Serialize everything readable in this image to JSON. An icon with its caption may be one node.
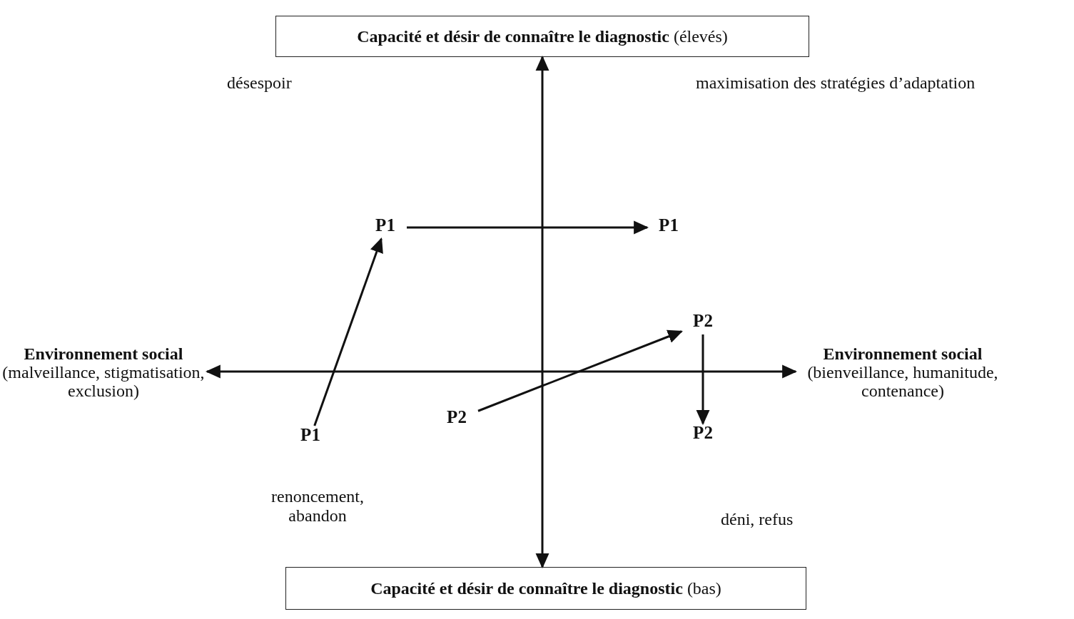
{
  "diagram": {
    "nodes": [
      {
        "text": [
          "**Capacité et désir de connaître le diagnostic** (élevés)"
        ]
      },
      {
        "text": [
          "**Capacité et désir de connaître le diagnostic** (bas)"
        ]
      },
      {
        "text": [
          "Environnement social",
          "(malveillance, stigmatisation, exclusion)"
        ]
      },
      {
        "text": [
          "Environnement social",
          "(bienveillance, humanitude, contenance)"
        ]
      },
      {
        "text": [
          "P1"
        ]
      },
      {
        "text": [
          "P1"
        ]
      },
      {
        "text": [
          "P2"
        ]
      },
      {
        "text": [
          "P2"
        ]
      },
      {
        "text": [
          "P1"
        ]
      },
      {
        "text": [
          "P2"
        ]
      }
    ],
    "edges": [
      {
        "from": 1,
        "to": 0,
        "arrow": "both"
      },
      {
        "from": 2,
        "to": 3,
        "arrow": "both"
      },
      {
        "from": 8,
        "to": 4,
        "arrow": "to"
      },
      {
        "from": 4,
        "to": 5,
        "arrow": "to"
      },
      {
        "from": 9,
        "to": 6,
        "arrow": "to"
      },
      {
        "from": 6,
        "to": 7,
        "arrow": "to"
      }
    ],
    "labels": [
      "désespoir",
      "maximisation des stratégies d’adaptation",
      "renoncement, abandon",
      "déni, refus"
    ]
  }
}
